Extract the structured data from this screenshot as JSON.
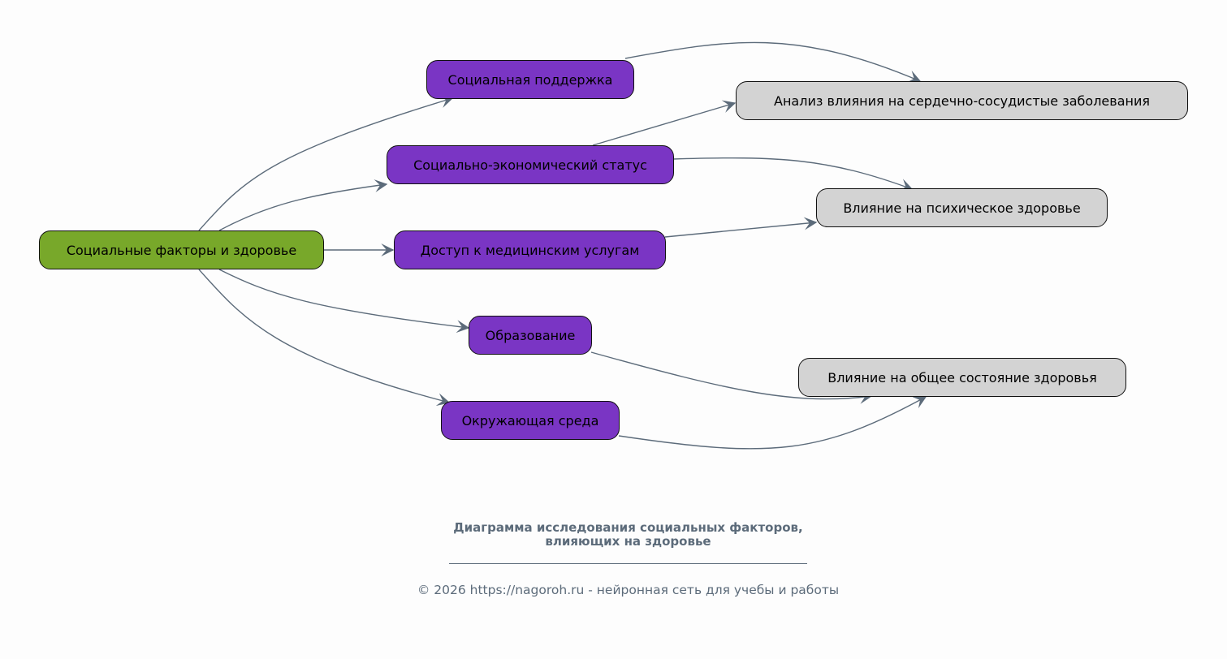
{
  "diagram": {
    "root": "Социальные факторы и здоровье",
    "factors": [
      "Социальная поддержка",
      "Социально-экономический статус",
      "Доступ к медицинским услугам",
      "Образование",
      "Окружающая среда"
    ],
    "outcomes": [
      "Анализ влияния на сердечно-сосудистые заболевания",
      "Влияние на психическое здоровье",
      "Влияние на общее состояние здоровья"
    ],
    "colors": {
      "root": "#78a82a",
      "factor": "#7a35c4",
      "outcome": "#d3d3d3",
      "edge": "#5c6b7a"
    }
  },
  "footer": {
    "title_line1": "Диаграмма исследования социальных факторов,",
    "title_line2": "влияющих на здоровье",
    "copyright": "© 2026 https://nagoroh.ru - нейронная сеть для учебы и работы"
  }
}
